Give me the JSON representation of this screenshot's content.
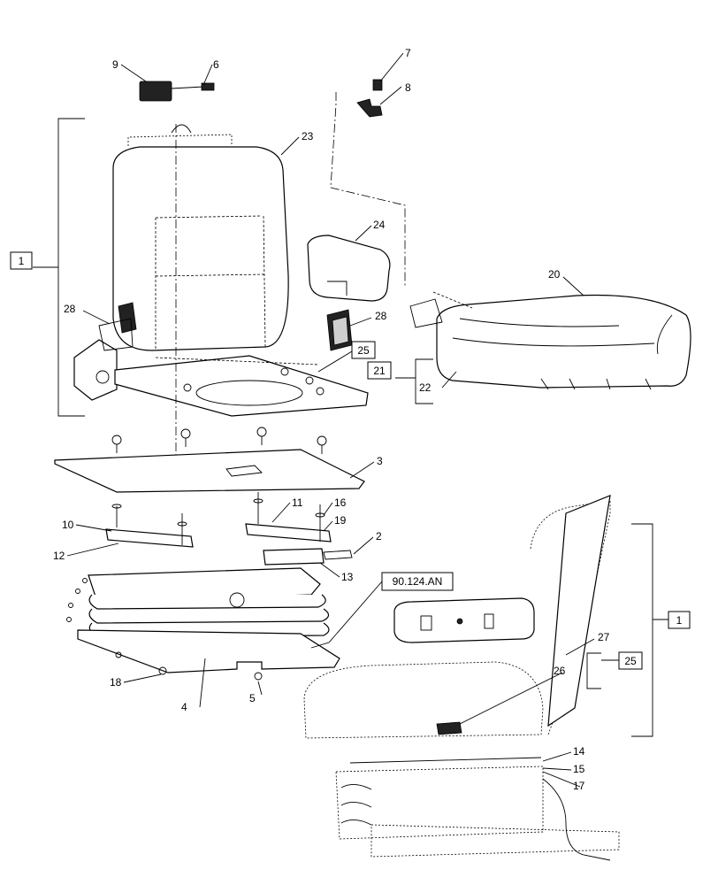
{
  "callouts": {
    "c2": "2",
    "c3": "3",
    "c4": "4",
    "c5": "5",
    "c6": "6",
    "c7": "7",
    "c8": "8",
    "c9": "9",
    "c10": "10",
    "c11": "11",
    "c12": "12",
    "c13": "13",
    "c14": "14",
    "c15": "15",
    "c16": "16",
    "c17": "17",
    "c18": "18",
    "c19": "19",
    "c20": "20",
    "c22": "22",
    "c23": "23",
    "c24": "24",
    "c26": "26",
    "c27": "27",
    "c28a": "28",
    "c28b": "28"
  },
  "boxed_callouts": {
    "b1_top": "1",
    "b1_bottom": "1",
    "b21": "21",
    "b25_top": "25",
    "b25_bottom": "25"
  },
  "reference": {
    "label": "90.124.AN"
  }
}
